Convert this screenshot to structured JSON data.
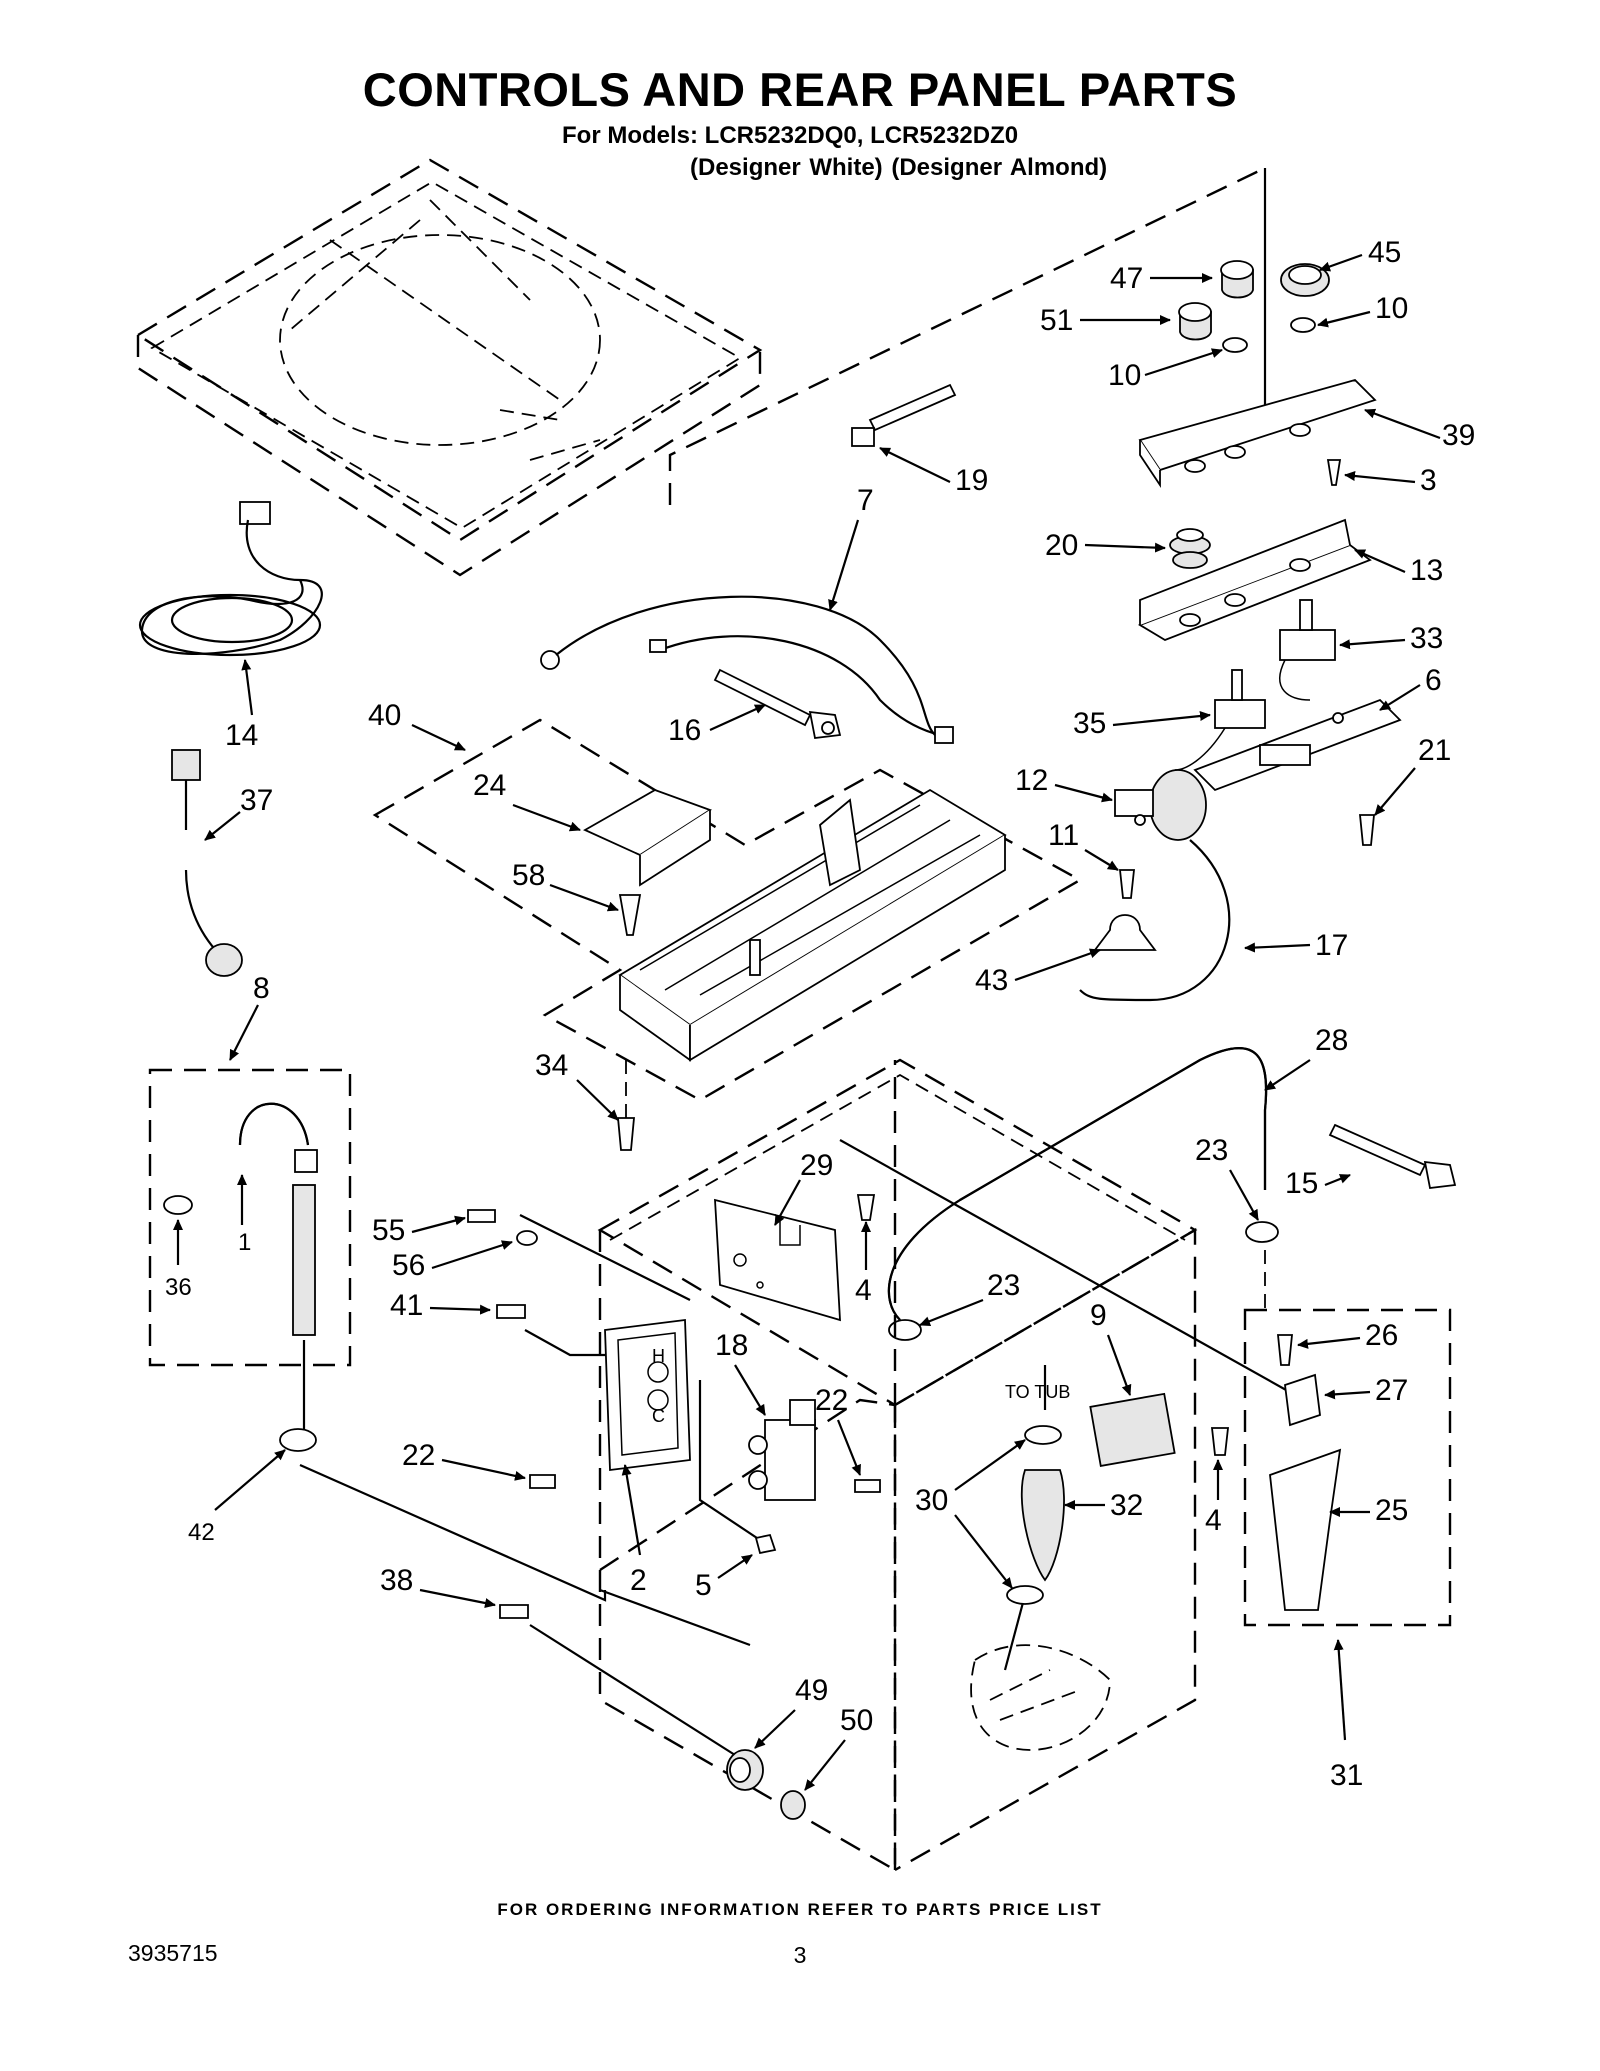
{
  "header": {
    "title": "CONTROLS AND REAR PANEL PARTS",
    "models_line": "For Models: LCR5232DQ0, LCR5232DZ0",
    "variants_line": "(Designer White)  (Designer Almond)"
  },
  "labels": {
    "p45": "45",
    "p47": "47",
    "p51": "51",
    "p10a": "10",
    "p10b": "10",
    "p39": "39",
    "p3": "3",
    "p19": "19",
    "p7": "7",
    "p20": "20",
    "p13": "13",
    "p14": "14",
    "p33": "33",
    "p6": "6",
    "p40": "40",
    "p16": "16",
    "p35": "35",
    "p21": "21",
    "p24": "24",
    "p37": "37",
    "p12": "12",
    "p11": "11",
    "p58": "58",
    "p17": "17",
    "p43": "43",
    "p8": "8",
    "p34": "34",
    "p28": "28",
    "p29": "29",
    "p23a": "23",
    "p15": "15",
    "p55": "55",
    "p4a": "4",
    "p23b": "23",
    "p56": "56",
    "p1": "1",
    "p36": "36",
    "p41": "41",
    "p9": "9",
    "p26": "26",
    "p18": "18",
    "p27": "27",
    "p22a": "22",
    "p22b": "22",
    "p30": "30",
    "p32": "32",
    "p25": "25",
    "p4b": "4",
    "p42": "42",
    "p2": "2",
    "p5": "5",
    "p38": "38",
    "p49": "49",
    "p50": "50",
    "p31": "31",
    "to_tub": "TO TUB",
    "valve_h": "H",
    "valve_c": "C"
  },
  "footer": {
    "note": "FOR ORDERING INFORMATION REFER TO PARTS PRICE LIST",
    "doc_number": "3935715",
    "page_number": "3"
  }
}
